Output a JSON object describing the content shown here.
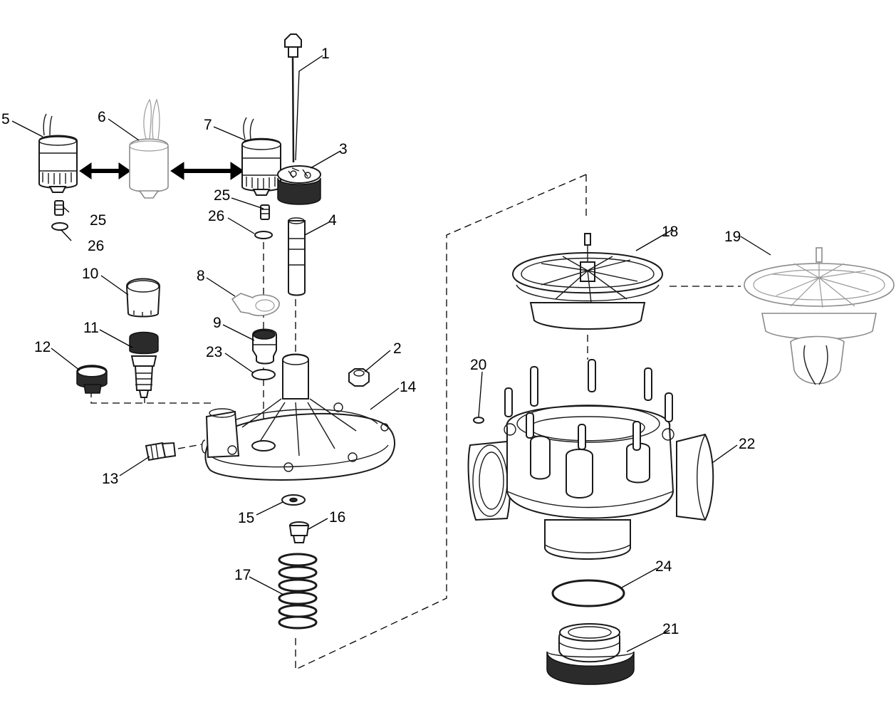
{
  "callouts": {
    "c1": "1",
    "c2": "2",
    "c3": "3",
    "c4": "4",
    "c5": "5",
    "c6": "6",
    "c7": "7",
    "c8": "8",
    "c9": "9",
    "c10": "10",
    "c11": "11",
    "c12": "12",
    "c13": "13",
    "c14": "14",
    "c15": "15",
    "c16": "16",
    "c17": "17",
    "c18": "18",
    "c19": "19",
    "c20": "20",
    "c21": "21",
    "c22": "22",
    "c23": "23",
    "c24": "24",
    "c25a": "25",
    "c25b": "25",
    "c26a": "26",
    "c26b": "26"
  },
  "colors": {
    "line": "#1a1a1a",
    "faded_part": "#8a8a8a",
    "background": "#ffffff"
  }
}
